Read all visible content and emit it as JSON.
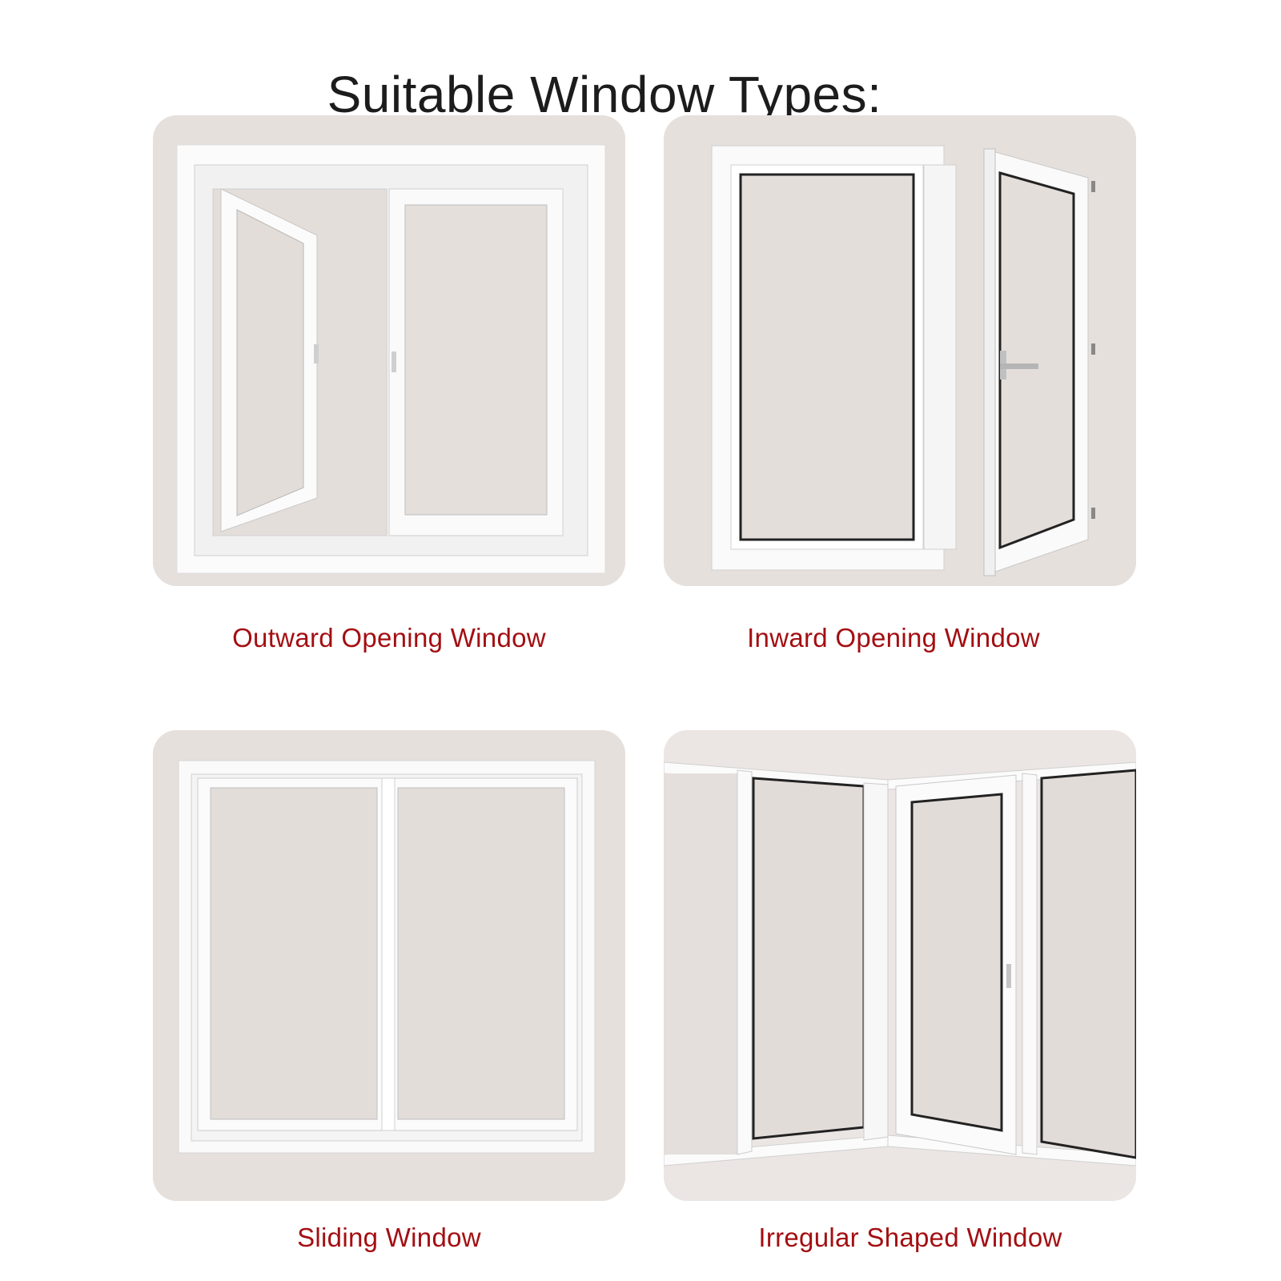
{
  "title": "Suitable Window Types:",
  "window_types": [
    {
      "label": "Outward Opening Window"
    },
    {
      "label": "Inward Opening Window"
    },
    {
      "label": "Sliding Window"
    },
    {
      "label": "Irregular Shaped Window"
    }
  ],
  "colors": {
    "title": "#1c1c1c",
    "caption": "#a30f12",
    "panel_background": "#e6e0dc",
    "frame": "#ffffff"
  }
}
